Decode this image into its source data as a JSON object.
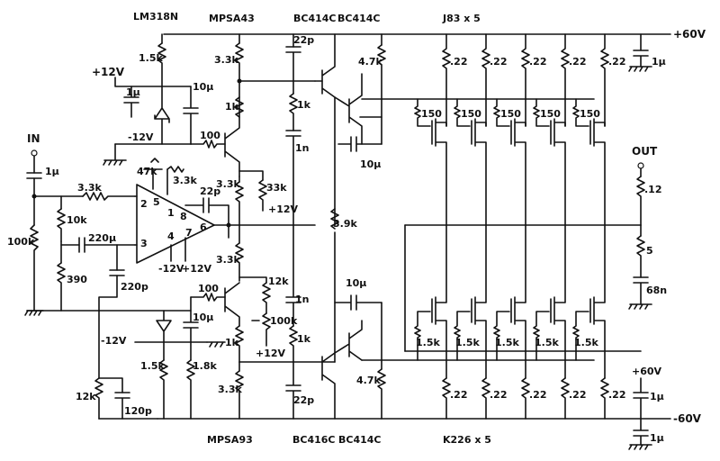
{
  "title_labels": {
    "opamp_part": "LM318N",
    "q1_part": "MPSA43",
    "q2_part": "BC414C",
    "q3_part": "BC414C",
    "out_upper_part": "J83 x 5",
    "q4_part": "MPSA93",
    "q5_part": "BC416C",
    "q6_part": "BC414C",
    "out_lower_part": "K226 x 5"
  },
  "rails": {
    "positive": "+60V",
    "negative": "-60V",
    "plus12": "+12V",
    "minus12": "-12V",
    "input": "IN",
    "output": "OUT",
    "rail_small_plus": "+60V"
  },
  "components": {
    "c_in": "1μ",
    "r_in": "3.3k",
    "r_bias": "10k",
    "r_gnd": "100k",
    "c_fb": "220μ",
    "r_fb_low": "390",
    "c_comp": "220p",
    "opamp_pot": "47k",
    "opamp_r": "3.3k",
    "opamp_c": "22p",
    "opamp_pin2": "2",
    "opamp_pin3": "3",
    "opamp_pin5": "5",
    "opamp_pin1": "1",
    "opamp_pin8": "8",
    "opamp_pin6": "6",
    "opamp_pin4": "4",
    "opamp_pin7": "7",
    "opamp_supply_minus": "-12V",
    "opamp_supply_plus": "+12V",
    "r_top_1": "1.5k",
    "c_top_1": "1μ",
    "c_top_2": "10μ",
    "r_top_base": "100",
    "r_33k_a": "3.3k",
    "r_1k_a": "1k",
    "r_33k_b": "3.3k",
    "r_33k_c": "33k",
    "plus12_b": "+12V",
    "c_22p_top": "22p",
    "r_1k_mid": "1k",
    "c_1n_top": "1n",
    "r_47k_top": "4.7k",
    "c_10u_top": "10μ",
    "r_39k": "3.9k",
    "c_1n_bot": "1n",
    "r_1k_bot": "1k",
    "c_22p_bot": "22p",
    "r_47k_bot": "4.7k",
    "c_10u_bot": "10μ",
    "r_33k_low_a": "3.3k",
    "r_100_low": "100",
    "r_12k_a": "12k",
    "pot_100k": "100k",
    "plus12_c": "+12V",
    "c_10u_low": "10μ",
    "minus12_b": "-12V",
    "r_15k_low": "1.5k",
    "r_18k_low": "1.8k",
    "r_1k_low": "1k",
    "r_33k_low_b": "3.3k",
    "r_12k_b": "12k",
    "c_120p": "120p",
    "gate_r_top": [
      "150",
      "150",
      "150",
      "150",
      "150"
    ],
    "src_r_top": [
      ".22",
      ".22",
      ".22",
      ".22",
      ".22"
    ],
    "gate_r_bot": [
      "1.5k",
      "1.5k",
      "1.5k",
      "1.5k",
      "1.5k"
    ],
    "src_r_bot": [
      ".22",
      ".22",
      ".22",
      ".22",
      ".22"
    ],
    "c_rail_top": "1μ",
    "c_rail_bot1": "1μ",
    "c_rail_bot2": "1μ",
    "r_out": ".12",
    "r_zobel": "5",
    "c_zobel": "68n"
  }
}
